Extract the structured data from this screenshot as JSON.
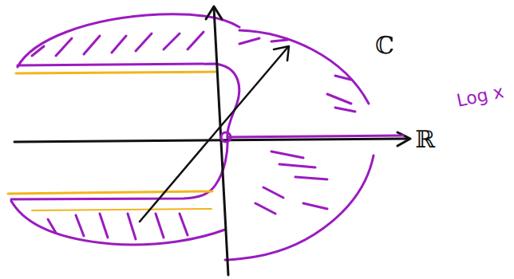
{
  "diagram": {
    "labels": [
      "ℂ",
      "ℝ",
      "Log x"
    ]
  }
}
